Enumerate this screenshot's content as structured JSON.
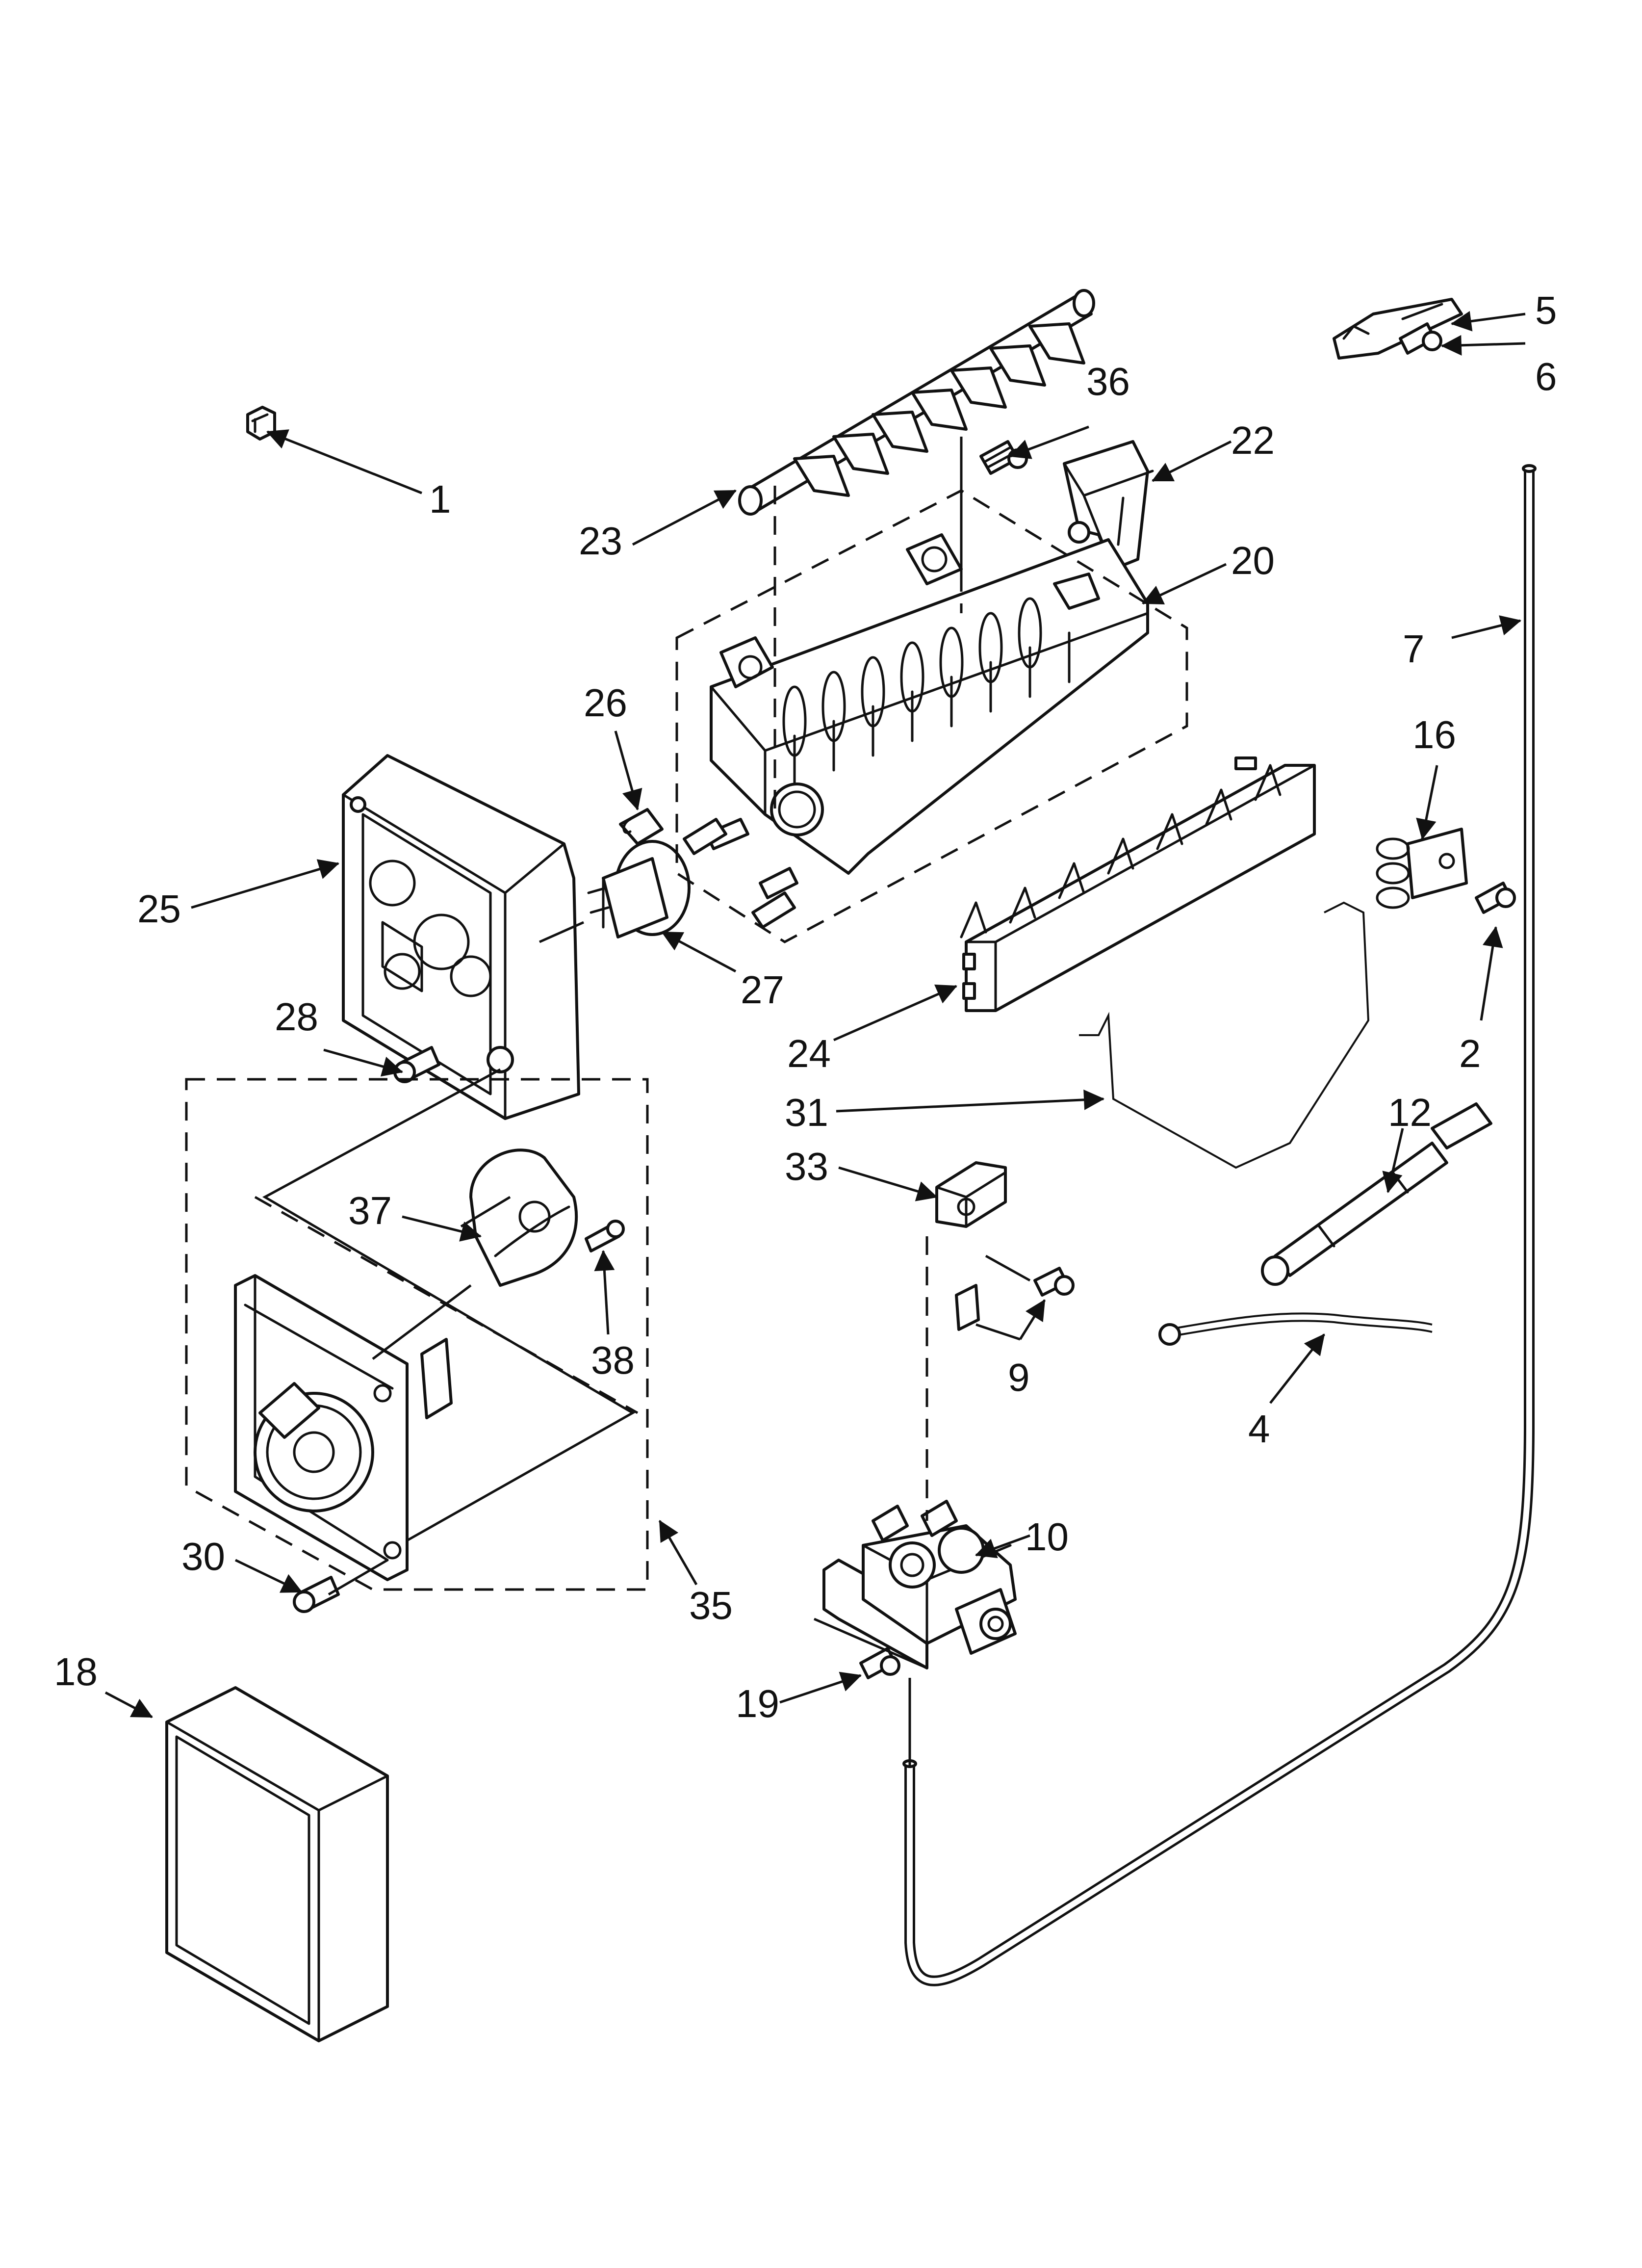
{
  "diagram": {
    "callouts": [
      "1",
      "2",
      "4",
      "5",
      "6",
      "7",
      "9",
      "10",
      "12",
      "16",
      "18",
      "19",
      "20",
      "22",
      "23",
      "24",
      "25",
      "26",
      "27",
      "28",
      "30",
      "31",
      "33",
      "35",
      "36",
      "37",
      "38"
    ]
  }
}
